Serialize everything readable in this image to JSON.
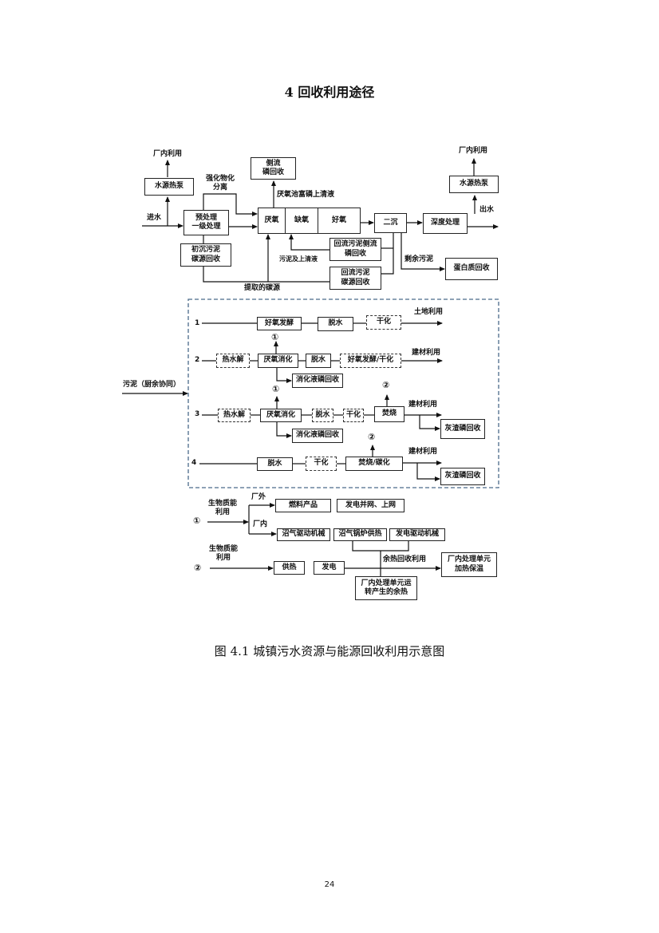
{
  "section_title": "4  回收利用途径",
  "caption": "图 4.1 城镇污水资源与能源回收利用示意图",
  "page_number": "24",
  "top": {
    "in_plant_use_left": "厂内利用",
    "heat_pump_left": "水源热泵",
    "enhanced_sep": "强化物化\n分离",
    "side_p": "侧流\n磷回收",
    "anaerobic_supernatant": "厌氧池富磷上清液",
    "inflow": "进水",
    "pretreat": "预处理\n一级处理",
    "anaerobic": "厌氧",
    "anoxic": "缺氧",
    "aerobic": "好氧",
    "secondary": "二沉",
    "advanced": "深度处理",
    "outflow": "出水",
    "heat_pump_right": "水源热泵",
    "in_plant_use_right": "厂内利用",
    "primary_sludge": "初沉污泥\n碳源回收",
    "return_side_p": "回流污泥侧流\n磷回收",
    "sludge_supernatant": "污泥及上清液",
    "return_carbon": "回流污泥\n碳源回收",
    "excess_sludge": "剩余污泥",
    "protein": "蛋白质回收",
    "carbon_extracted": "提取的碳源"
  },
  "sludge": {
    "input": "污泥（厨余协同）",
    "row1": {
      "num": "1",
      "a": "好氧发酵",
      "b": "脱水",
      "c": "干化",
      "out": "土地利用"
    },
    "row2": {
      "num": "2",
      "a": "热水解",
      "b": "厌氧消化",
      "c": "脱水",
      "d": "好氧发酵/干化",
      "out": "建材利用",
      "p": "消化液磷回收",
      "mark": "①"
    },
    "row3": {
      "num": "3",
      "a": "热水解",
      "b": "厌氧消化",
      "c": "脱水",
      "d": "干化",
      "e": "焚烧",
      "out": "建材利用",
      "ash": "灰渣磷回收",
      "p": "消化液磷回收",
      "mark1": "①",
      "mark2": "②"
    },
    "row4": {
      "num": "4",
      "a": "脱水",
      "b": "干化",
      "c": "焚烧/碳化",
      "out": "建材利用",
      "ash": "灰渣磷回收",
      "mark2": "②"
    }
  },
  "energy": {
    "bio1": "生物质能\n利用",
    "mark1": "①",
    "outside": "厂外",
    "inside": "厂内",
    "fuel": "燃料产品",
    "grid": "发电并网、上网",
    "biogas_mech": "沼气驱动机械",
    "biogas_boiler": "沼气锅炉供热",
    "power_mech": "发电驱动机械",
    "bio2": "生物质能\n利用",
    "mark2": "②",
    "heat": "供热",
    "power": "发电",
    "waste_heat_use": "余热回收利用",
    "unit_heating": "厂内处理单元\n加热保温",
    "unit_waste_heat": "厂内处理单元运\n转产生的余热"
  }
}
